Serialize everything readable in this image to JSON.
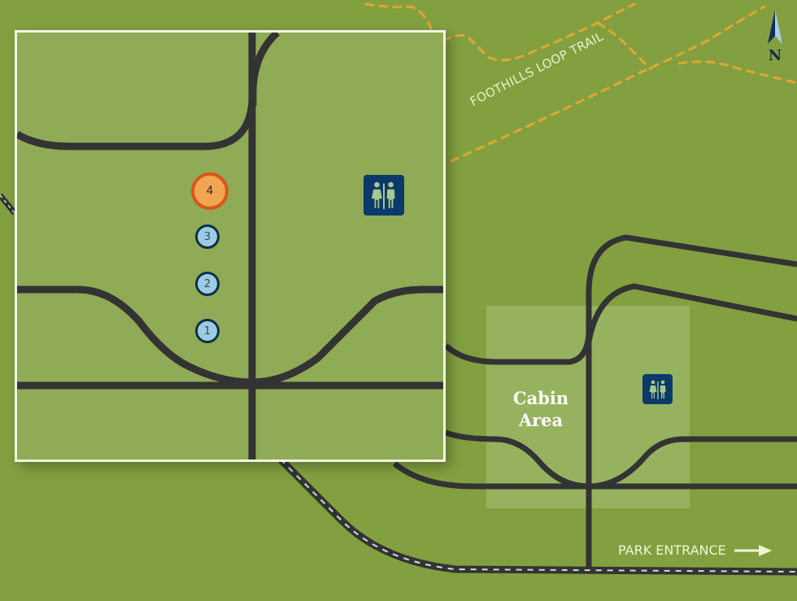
{
  "map": {
    "background_color": "#82a040",
    "road_color": "#333333",
    "trail_color": "#e0a830",
    "inset_color": "#8fab55",
    "cabin_area_color": "#9bb564",
    "marker_active_color": "#f0a550",
    "marker_color": "#9ccbe2",
    "restroom_color": "#0b3a6a"
  },
  "labels": {
    "trail": "FOOTHILLS LOOP TRAIL",
    "entrance": "PARK ENTRANCE",
    "entrance_arrow": "arrow-right-icon",
    "cabin_area_line1": "Cabin",
    "cabin_area_line2": "Area",
    "north": "N"
  },
  "inset": {
    "markers": [
      {
        "number": "4",
        "state": "selected"
      },
      {
        "number": "3",
        "state": "default"
      },
      {
        "number": "2",
        "state": "default"
      },
      {
        "number": "1",
        "state": "default"
      }
    ],
    "restroom_icon": "restroom-icon"
  },
  "icons": {
    "compass": "north-arrow-icon",
    "restroom": "restroom-icon"
  }
}
